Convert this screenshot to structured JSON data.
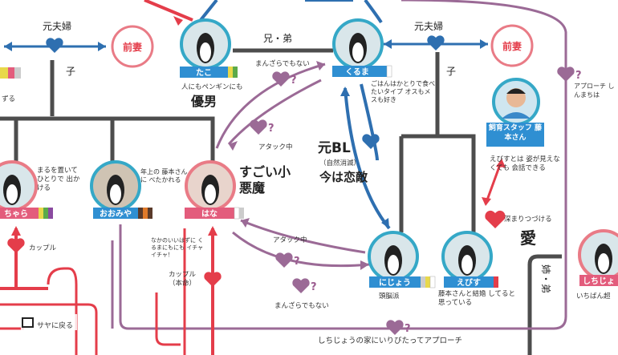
{
  "colors": {
    "blue": "#2e6fb0",
    "red": "#e43d4a",
    "purple": "#9b6a96",
    "gray": "#4d4d4d",
    "pink_ring": "#e97b86",
    "teal_ring": "#35a8c7",
    "bar_blue": "#2f8fd2",
    "bar_pink": "#e35c7c",
    "bar_purple": "#a06ca3"
  },
  "relations": {
    "ex_couple_left": "元夫婦",
    "ex_couple_right": "元夫婦",
    "child_left": "子",
    "child_right": "子",
    "brothers": "兄・弟",
    "sister_brother": "姉・弟",
    "ex_wife_left": "前妻",
    "ex_wife_right": "前妻"
  },
  "penguins": {
    "tako": {
      "name": "たこ",
      "note": "人にもペンギンにも",
      "big": "優男"
    },
    "kuruma": {
      "name": "くるま",
      "note": "ごはんはかとりで食べたいタイプ オスもメスも好き"
    },
    "charu": {
      "name": "ちゃら",
      "note": "まるを置いて ひとりで 出かける"
    },
    "ookamiya": {
      "name": "おおみや",
      "note": "年上の 藤本さんに べたかれる"
    },
    "hana": {
      "name": "はな",
      "big": "すごい小悪魔"
    },
    "nijou": {
      "name": "にじょう",
      "note": "頭脳派"
    },
    "ebisu": {
      "name": "えびす",
      "note": "藤本さんと結婚 してると思っている"
    },
    "shichijo": {
      "name": "しちじょ",
      "note": "いちばん超"
    }
  },
  "staff": {
    "title": "飼育スタッフ 藤本さん",
    "note": "えびすとは 姿が見えなくても 会話できる"
  },
  "labels": {
    "exbl_big": "元BL",
    "exbl_small": "（自然消滅）",
    "now_enemy": "今は恋敵",
    "left_fragment": "ずる",
    "right_fragment": "アプローチ しんまちは",
    "mamazara_top": "まんざらでもない",
    "attack_top": "アタック中",
    "attack_mid": "アタック中",
    "mamazara_bottom": "まんざらでもない",
    "couple_left": "カップル",
    "couple_hana": "カップル（本命）",
    "hana_note": "なかのいいはずに くるまにもにも イチャイチャ！",
    "deep_love_small": "深まりつづける",
    "deep_love_big": "愛",
    "approach_bottom": "しちじょうの家にいりびたってアプローチ",
    "back_label": "サヤに戻る"
  }
}
